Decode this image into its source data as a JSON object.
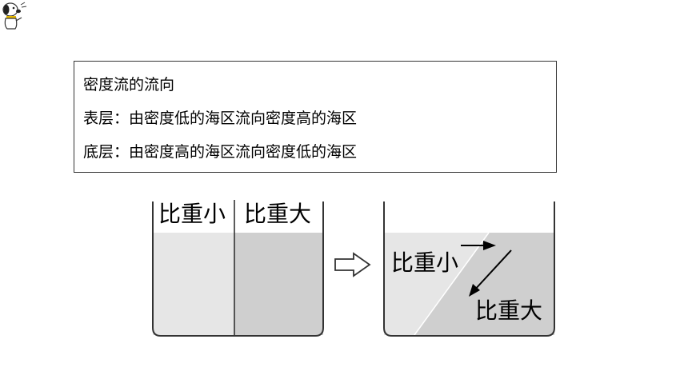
{
  "text_box": {
    "title": "密度流的流向",
    "surface": "表层：由密度低的海区流向密度高的海区",
    "bottom": "底层：由密度高的海区流向密度低的海区"
  },
  "diagram": {
    "left_container": {
      "left_label": "比重小",
      "right_label": "比重大",
      "colors": {
        "light": "#e6e6e6",
        "dark": "#cfcfcf",
        "stroke": "#333333"
      }
    },
    "right_container": {
      "upper_label": "比重小",
      "lower_label": "比重大"
    }
  }
}
